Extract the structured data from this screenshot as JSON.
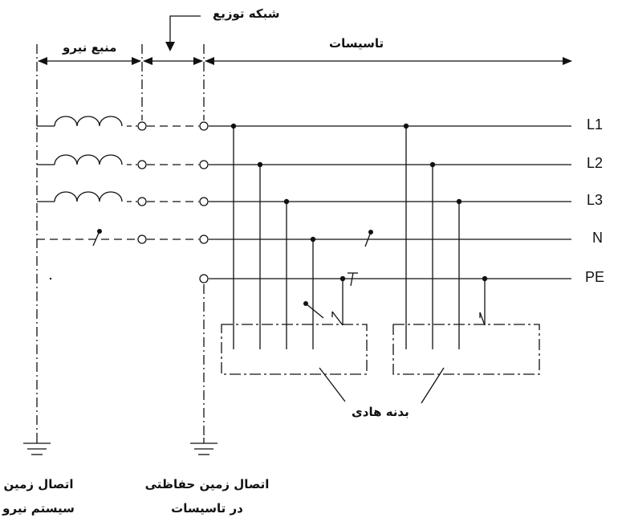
{
  "labels": {
    "source": "منبع نیرو",
    "network": "شبکه توزیع",
    "installation": "تاسیسات",
    "conductive_body": "بدنه هادی",
    "source_earth_line1": "اتصال زمین",
    "source_earth_line2": "سیستم نیرو",
    "protective_earth_line1": "اتصال زمین حفاظتی",
    "protective_earth_line2": "در تاسیسات"
  },
  "conductors": {
    "l1": "L1",
    "l2": "L2",
    "l3": "L3",
    "n": "N",
    "pe": "PE"
  }
}
